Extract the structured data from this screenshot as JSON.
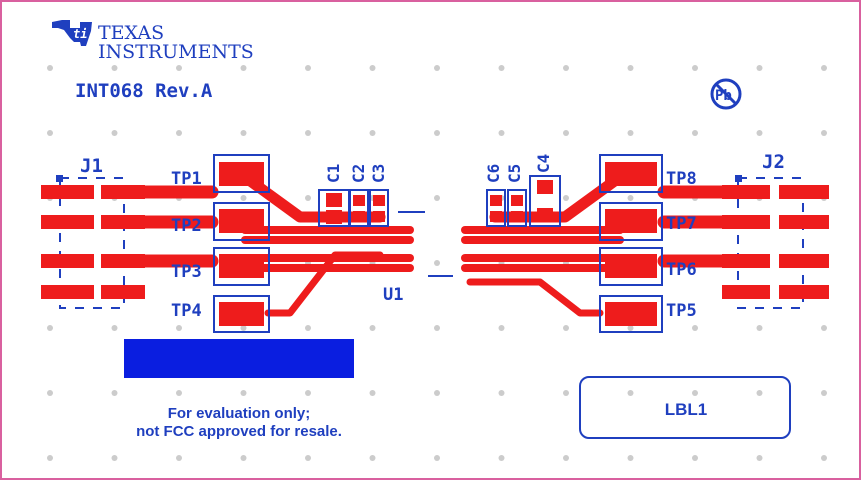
{
  "logo": {
    "brand_line1": "Texas",
    "brand_line2": "Instruments"
  },
  "board_id": "INT068 Rev.A",
  "pb_free_mark": "Pb",
  "connectors": {
    "left": "J1",
    "right": "J2"
  },
  "test_points": [
    "TP1",
    "TP2",
    "TP3",
    "TP4",
    "TP5",
    "TP6",
    "TP7",
    "TP8"
  ],
  "capacitors": [
    "C1",
    "C2",
    "C3",
    "C4",
    "C5",
    "C6"
  ],
  "ic_label": "U1",
  "disclaimer": {
    "line1": "For evaluation only;",
    "line2": "not FCC approved for resale."
  },
  "label_box": "LBL1",
  "colors": {
    "border": "#d9609f",
    "silkscreen": "#1f3fbf",
    "copper": "#ee1c1c",
    "label_fill": "#0a1ee0",
    "dots": "#cccccc"
  },
  "icons": [
    "ti-logo-icon",
    "pb-free-icon"
  ]
}
